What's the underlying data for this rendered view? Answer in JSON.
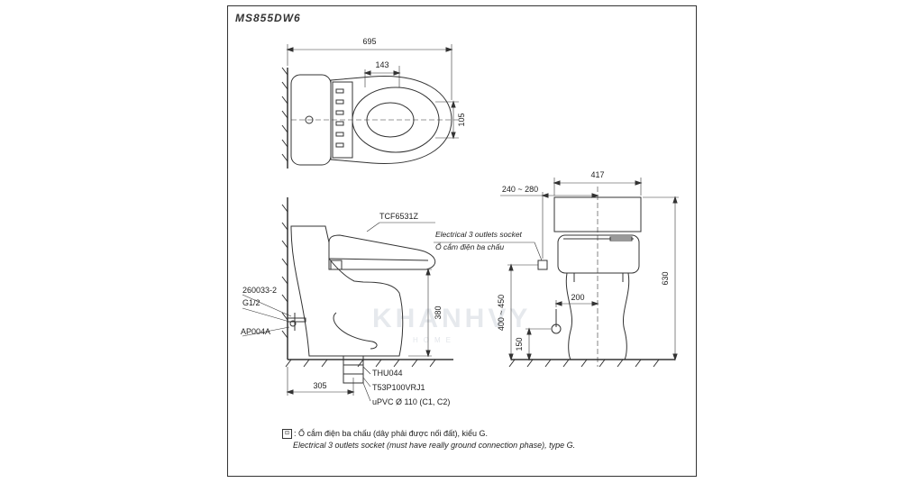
{
  "sheet": {
    "model": "MS855DW6",
    "watermark": "KHANHVY",
    "watermark_sub": "HOME"
  },
  "top_view": {
    "dim_length": "695",
    "dim_offset": "143",
    "dim_depth": "105"
  },
  "side_view": {
    "seat_label": "TCF6531Z",
    "part_valve": "260033-2",
    "part_thread": "G1/2",
    "part_hose": "AP004A",
    "dim_height": "380",
    "dim_rough_in": "305",
    "part_flange": "THU044",
    "part_bolt": "T53P100VRJ1",
    "part_pipe": "uPVC Ø 110 (C1, C2)"
  },
  "front_view": {
    "socket_label_en": "Electrical 3 outlets socket",
    "socket_label_vi": "Ổ cắm điện ba chấu",
    "dim_width": "417",
    "dim_socket_offset": "240 ~ 280",
    "dim_socket_height": "400 ~ 450",
    "dim_valve_offset": "200",
    "dim_valve_height": "150",
    "dim_total_height": "630"
  },
  "note": {
    "symbol": "⊡",
    "vi": ": Ổ cắm điện ba chấu (dây phải được nối đất), kiểu G.",
    "en": "Electrical 3 outlets socket (must have really ground connection phase), type G."
  },
  "colors": {
    "line": "#333333",
    "watermark": "#d7dbe2"
  }
}
